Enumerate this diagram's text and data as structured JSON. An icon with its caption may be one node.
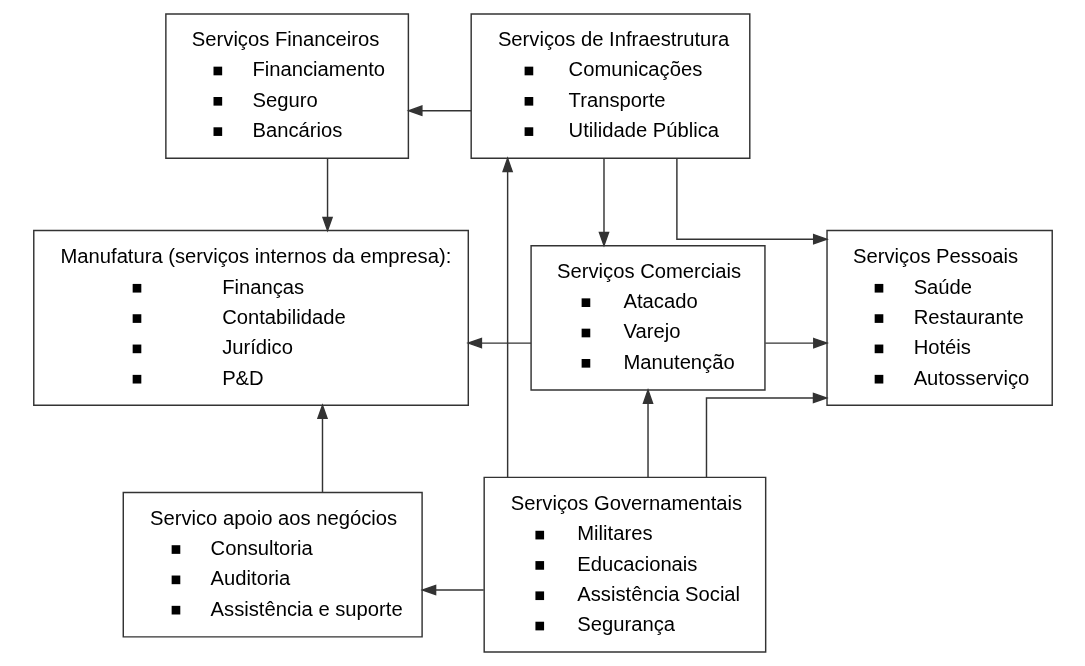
{
  "diagram": {
    "nodes": [
      {
        "text": [
          "Serviços Financeiros",
          "Financiamento",
          "Seguro",
          "Bancários"
        ]
      },
      {
        "text": [
          "Serviços de Infraestrutura",
          "Comunicações",
          "Transporte",
          "Utilidade Pública"
        ]
      },
      {
        "text": [
          "Manufatura (serviços internos da empresa):",
          "Finanças",
          "Contabilidade",
          "Jurídico",
          "P&D"
        ]
      },
      {
        "text": [
          "Serviços Comerciais",
          "Atacado",
          "Varejo",
          "Manutenção"
        ]
      },
      {
        "text": [
          "Serviços Pessoais",
          "Saúde",
          "Restaurante",
          "Hotéis",
          "Autosserviço"
        ]
      },
      {
        "text": [
          "Servico apoio aos negócios",
          "Consultoria",
          "Auditoria",
          "Assistência e suporte"
        ]
      },
      {
        "text": [
          "Serviços Governamentais",
          "Militares",
          "Educacionais",
          "Assistência Social",
          "Segurança"
        ]
      }
    ],
    "edges": [
      {
        "from": 1,
        "to": 0,
        "arrow": "to"
      },
      {
        "from": 0,
        "to": 2,
        "arrow": "to"
      },
      {
        "from": 1,
        "to": 3,
        "arrow": "to"
      },
      {
        "from": 1,
        "to": 4,
        "arrow": "to"
      },
      {
        "from": 3,
        "to": 2,
        "arrow": "to"
      },
      {
        "from": 3,
        "to": 4,
        "arrow": "to"
      },
      {
        "from": 6,
        "to": 3,
        "arrow": "to"
      },
      {
        "from": 6,
        "to": 4,
        "arrow": "to"
      },
      {
        "from": 6,
        "to": 1,
        "arrow": "to"
      },
      {
        "from": 6,
        "to": 5,
        "arrow": "to"
      },
      {
        "from": 5,
        "to": 2,
        "arrow": "to"
      }
    ]
  }
}
